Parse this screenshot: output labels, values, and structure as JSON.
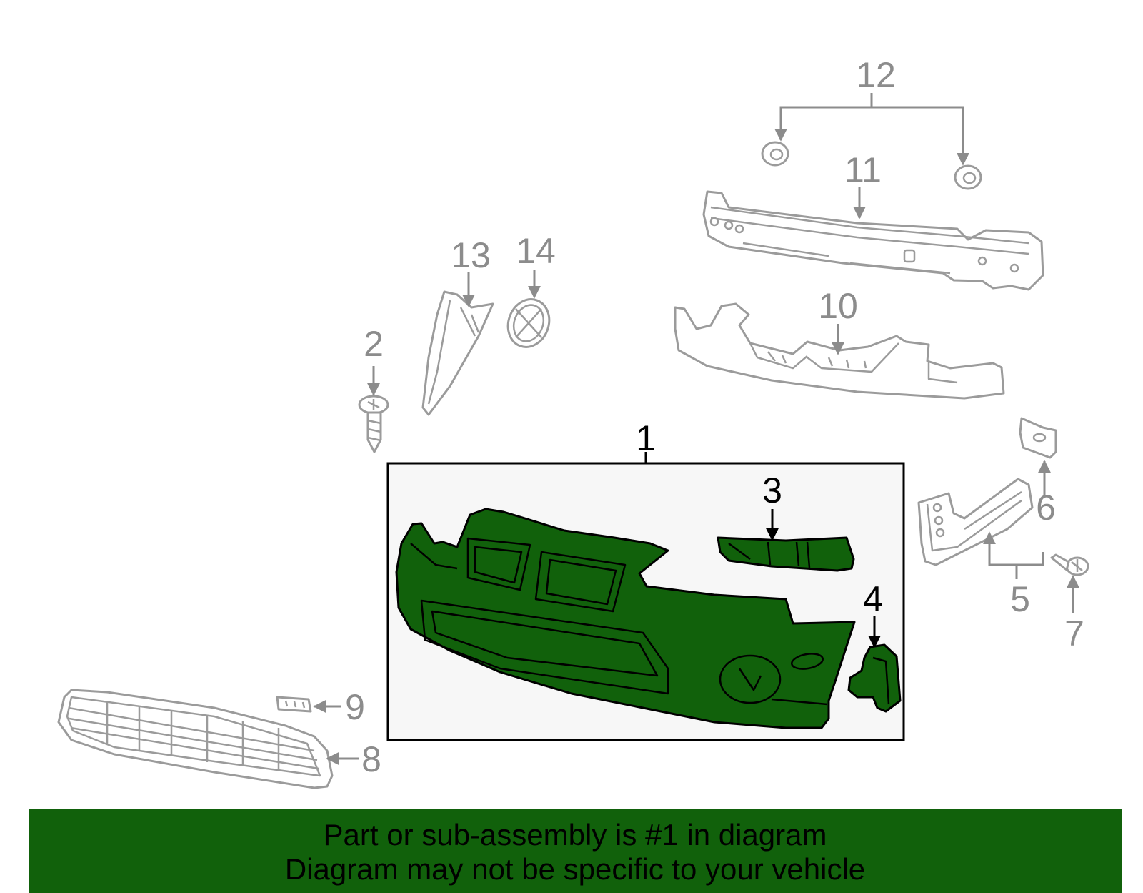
{
  "callouts": {
    "c1": "1",
    "c2": "2",
    "c3": "3",
    "c4": "4",
    "c5": "5",
    "c6": "6",
    "c7": "7",
    "c8": "8",
    "c9": "9",
    "c10": "10",
    "c11": "11",
    "c12": "12",
    "c13": "13",
    "c14": "14"
  },
  "highlighted_part": "1",
  "colors": {
    "highlight": "#11610b",
    "inactive_part": "#9b9b9b",
    "footer_bg": "#11610b"
  },
  "footer": {
    "line1": "Part or sub-assembly is #1 in diagram",
    "line2": "Diagram may not be specific to your vehicle"
  }
}
